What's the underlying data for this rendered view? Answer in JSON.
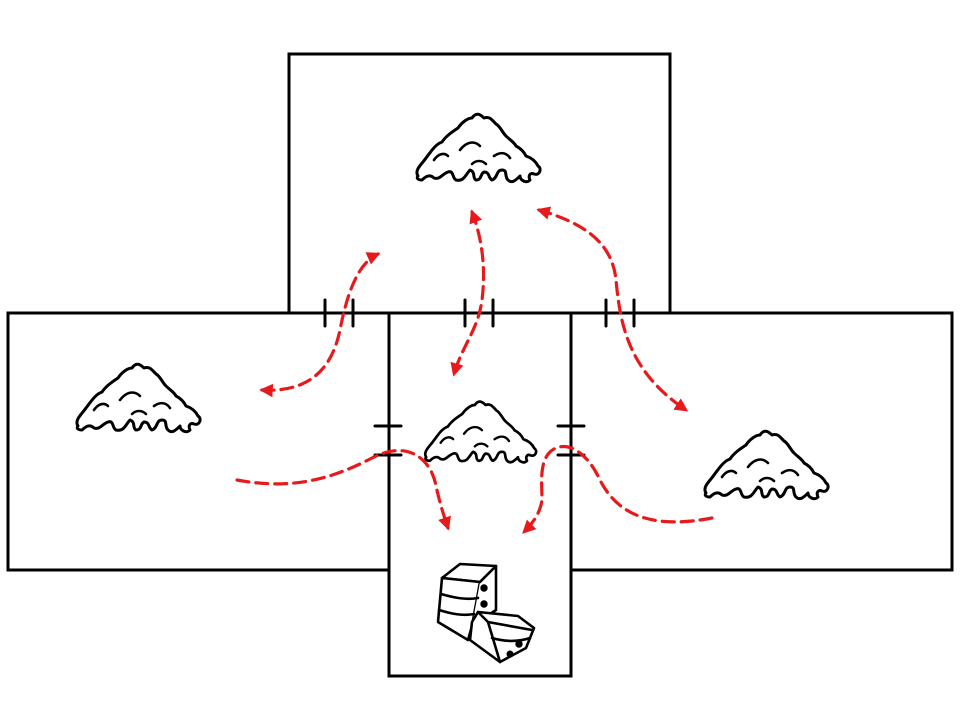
{
  "diagram": {
    "rooms": [
      {
        "id": "top-room"
      },
      {
        "id": "left-room"
      },
      {
        "id": "center-room"
      },
      {
        "id": "right-room"
      }
    ],
    "icons": [
      {
        "kind": "junk-pile-icon",
        "room": "top-room"
      },
      {
        "kind": "junk-pile-icon",
        "room": "left-room"
      },
      {
        "kind": "junk-pile-icon",
        "room": "center-room"
      },
      {
        "kind": "junk-pile-icon",
        "room": "right-room"
      },
      {
        "kind": "open-drawer-cabinet-icon",
        "room": "center-room"
      }
    ],
    "colors": {
      "walls": "#000000",
      "arrows": "#e8191b",
      "background": "#ffffff"
    }
  }
}
